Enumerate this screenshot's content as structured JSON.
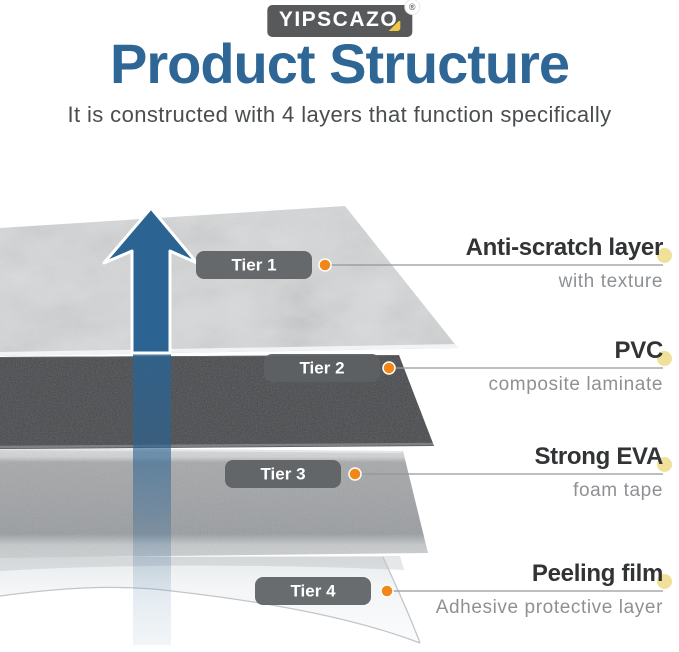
{
  "logo": {
    "text": "YIPSCAZO",
    "registered": "®"
  },
  "header": {
    "title": "Product Structure",
    "subtitle": "It is constructed with 4 layers that function specifically"
  },
  "diagram": {
    "tiers": [
      {
        "tag": "Tier 1",
        "heading": "Anti-scratch layer",
        "sub": "with texture"
      },
      {
        "tag": "Tier 2",
        "heading": "PVC",
        "sub": "composite laminate"
      },
      {
        "tag": "Tier 3",
        "heading": "Strong EVA",
        "sub": "foam tape"
      },
      {
        "tag": "Tier 4",
        "heading": "Peeling film",
        "sub": "Adhesive protective layer"
      }
    ],
    "layer_count": "4"
  },
  "colors": {
    "title_blue": "#2e6795",
    "arrow_blue": "#2b6392",
    "accent_orange": "#f28718",
    "accent_yellow": "#eedd8e",
    "badge_gray": "#5e6163",
    "logo_gray": "#58595b",
    "heading_dark": "#313335",
    "sub_gray": "#8e9194"
  }
}
